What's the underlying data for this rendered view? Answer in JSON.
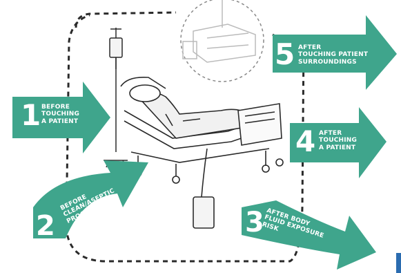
{
  "colors": {
    "accent": "#3fa58c",
    "ink": "#2a2a2a",
    "paper": "#ffffff"
  },
  "moments": [
    {
      "number": "1",
      "line1": "BEFORE",
      "line2": "TOUCHING",
      "line3": "A PATIENT"
    },
    {
      "number": "2",
      "line1": "BEFORE",
      "line2": "CLEAN/ASEPTIC",
      "line3": "PROCEDURE"
    },
    {
      "number": "3",
      "line1": "AFTER BODY",
      "line2": "FLUID EXPOSURE",
      "line3": "RISK"
    },
    {
      "number": "4",
      "line1": "AFTER",
      "line2": "TOUCHING",
      "line3": "A PATIENT"
    },
    {
      "number": "5",
      "line1": "AFTER",
      "line2": "TOUCHING PATIENT",
      "line3": "SURROUNDINGS"
    }
  ]
}
